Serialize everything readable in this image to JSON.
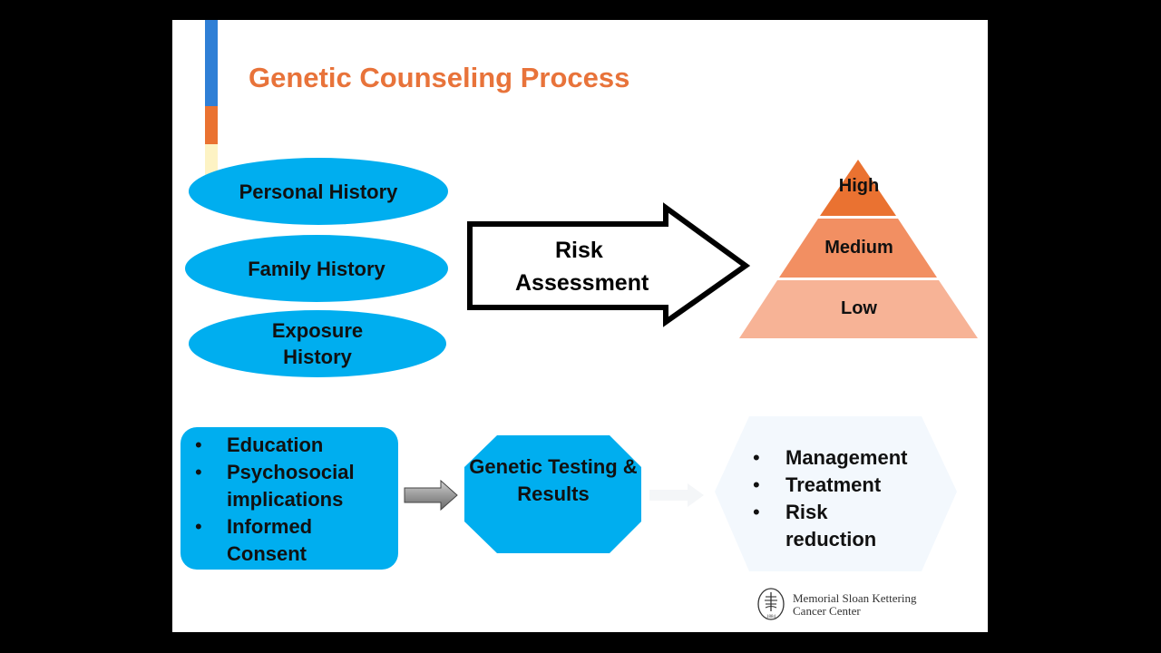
{
  "title": "Genetic Counseling Process",
  "inputs": {
    "personal": "Personal History",
    "family": "Family History",
    "exposure": "Exposure History"
  },
  "arrow": {
    "line1": "Risk",
    "line2": "Assessment"
  },
  "pyramid": {
    "high": "High",
    "medium": "Medium",
    "low": "Low"
  },
  "counseling": {
    "items": [
      "Education",
      "Psychosocial implications",
      "Informed Consent"
    ]
  },
  "testing": "Genetic Testing & Results",
  "outcome": {
    "items": [
      "Management",
      "Treatment",
      "Risk reduction"
    ]
  },
  "logo": {
    "line1": "Memorial Sloan Kettering",
    "line2": "Cancer Center",
    "year": "1884"
  },
  "colors": {
    "title": "#e8733a",
    "bubble": "#00aeef",
    "pyramid_high": "#ea7231",
    "pyramid_medium": "#f28f62",
    "pyramid_low": "#f7b396"
  }
}
